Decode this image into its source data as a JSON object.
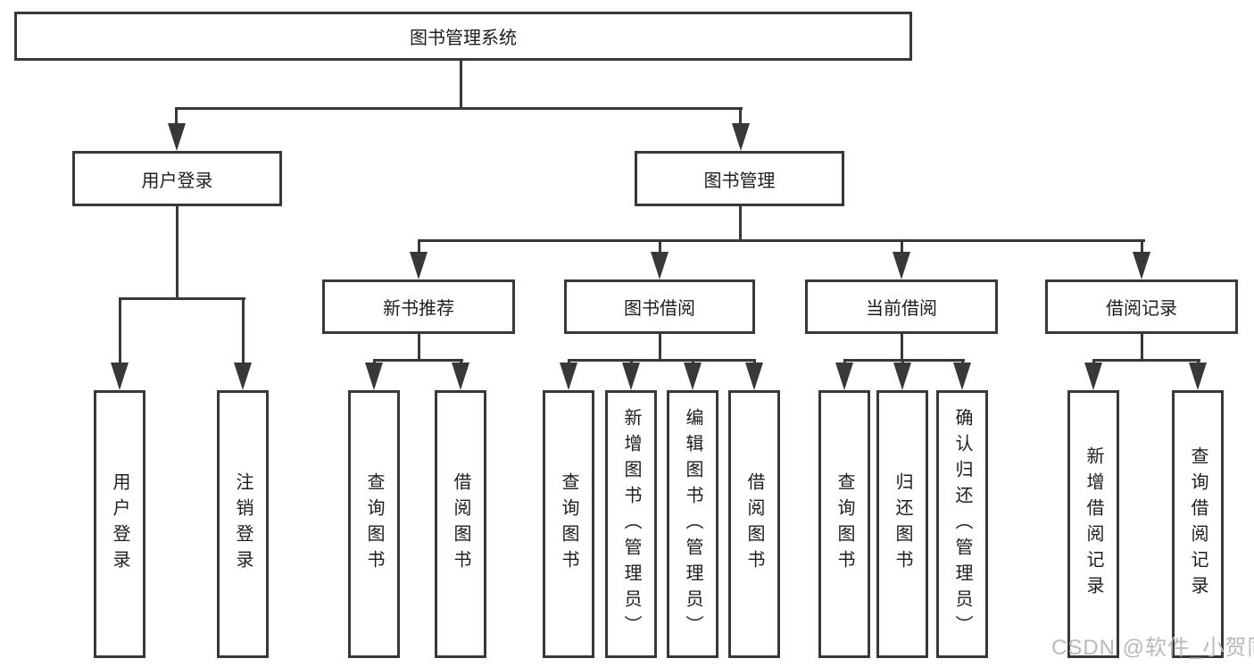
{
  "tree": {
    "root": {
      "label": "图书管理系统"
    },
    "branches": [
      {
        "label": "用户登录",
        "children": [
          {
            "label": "用户登录"
          },
          {
            "label": "注销登录"
          }
        ]
      },
      {
        "label": "图书管理",
        "children": [
          {
            "label": "新书推荐",
            "children": [
              {
                "label": "查询图书"
              },
              {
                "label": "借阅图书"
              }
            ]
          },
          {
            "label": "图书借阅",
            "children": [
              {
                "label": "查询图书"
              },
              {
                "label": "新增图书（管理员）"
              },
              {
                "label": "编辑图书（管理员）"
              },
              {
                "label": "借阅图书"
              }
            ]
          },
          {
            "label": "当前借阅",
            "children": [
              {
                "label": "查询图书"
              },
              {
                "label": "归还图书"
              },
              {
                "label": "确认归还（管理员）"
              }
            ]
          },
          {
            "label": "借阅记录",
            "children": [
              {
                "label": "新增借阅记录"
              },
              {
                "label": "查询借阅记录"
              }
            ]
          }
        ]
      }
    ]
  },
  "watermark": {
    "text": "CSDN @软件_小贺同学"
  },
  "colors": {
    "line": "#383838",
    "text": "#1d1d1d",
    "watermark": "#b9b9b9",
    "background": "#ffffff"
  }
}
